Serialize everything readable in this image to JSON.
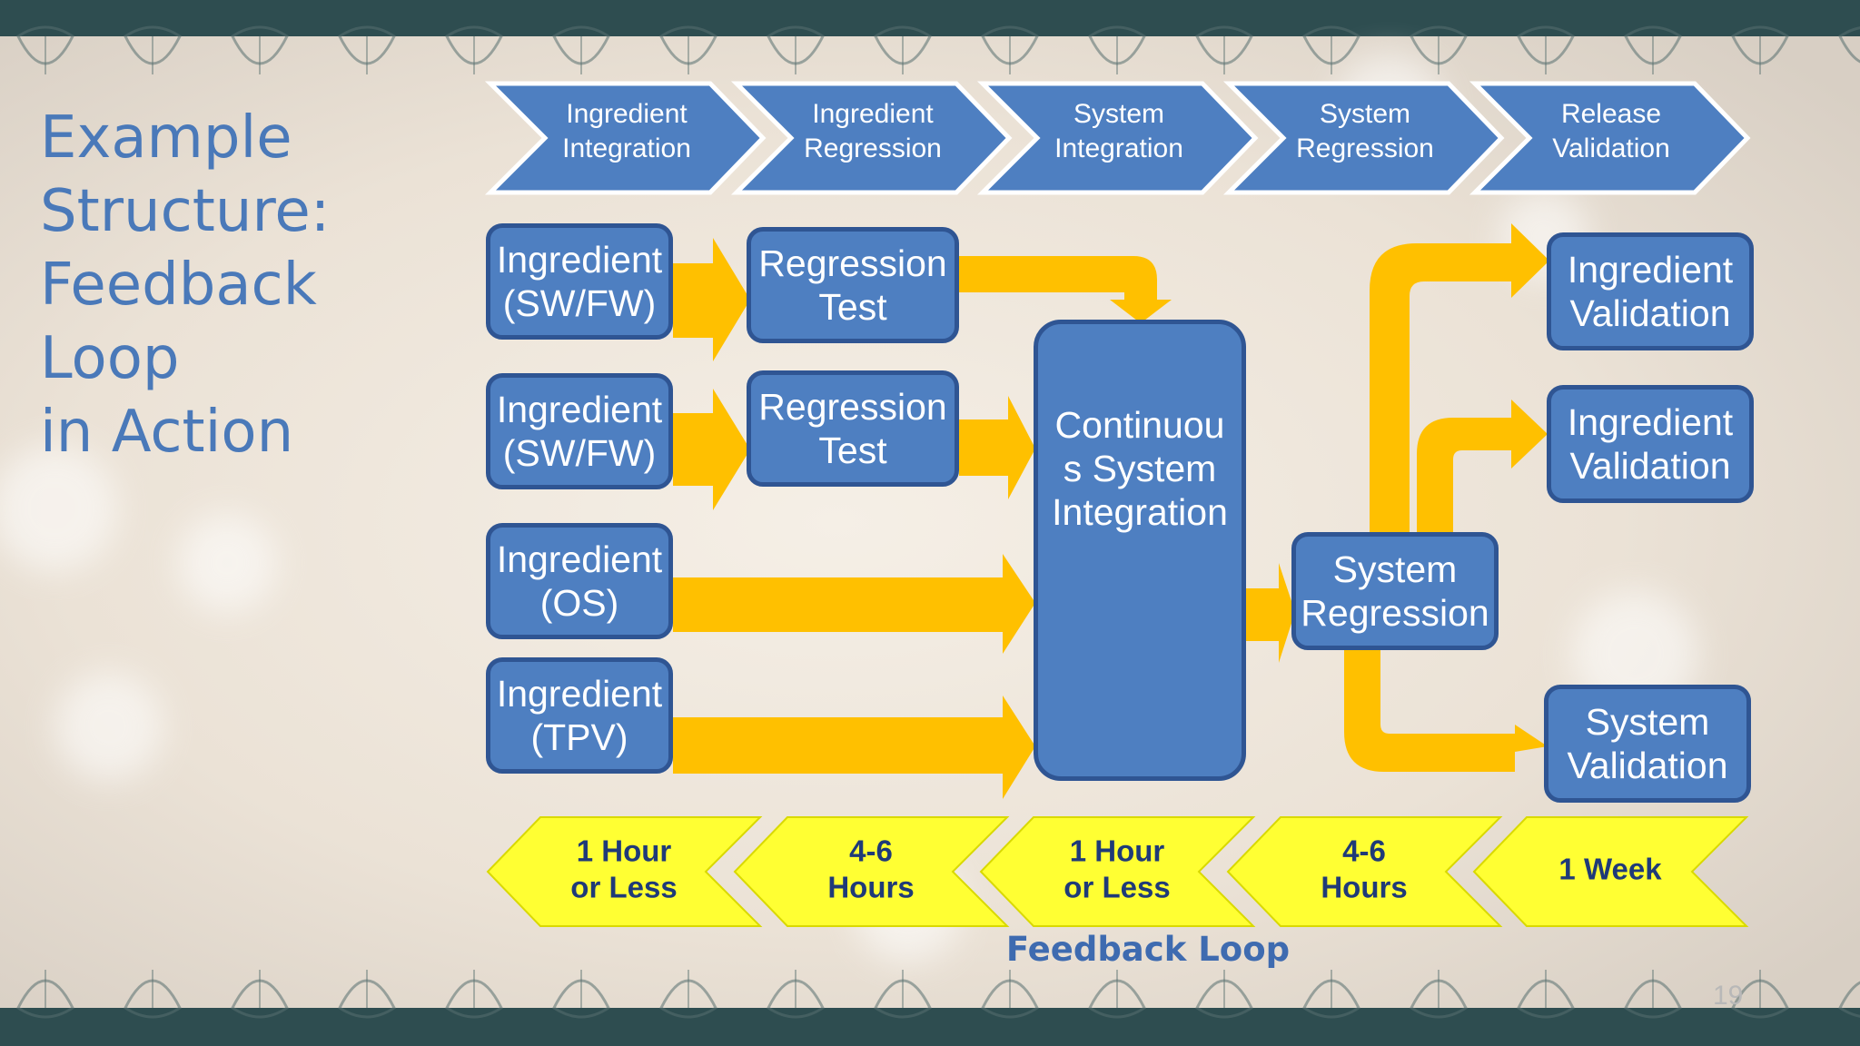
{
  "title": "Example\nStructure:\nFeedback Loop\nin Action",
  "stages": [
    "Ingredient\nIntegration",
    "Ingredient\nRegression",
    "System\nIntegration",
    "System\nRegression",
    "Release\nValidation"
  ],
  "nodes": {
    "ingredient_swfw_1": "Ingredient\n(SW/FW)",
    "ingredient_swfw_2": "Ingredient\n(SW/FW)",
    "ingredient_os": "Ingredient\n(OS)",
    "ingredient_tpv": "Ingredient\n(TPV)",
    "regression_test_1": "Regression\nTest",
    "regression_test_2": "Regression\nTest",
    "continuous_integration": "Continuou\ns System\nIntegration",
    "system_regression": "System\nRegression",
    "ingredient_validation_1": "Ingredient\nValidation",
    "ingredient_validation_2": "Ingredient\nValidation",
    "system_validation": "System\nValidation"
  },
  "durations": [
    [
      "1 Hour",
      "or Less"
    ],
    [
      "4-6",
      "Hours"
    ],
    [
      "1 Hour",
      "or Less"
    ],
    [
      "4-6",
      "Hours"
    ],
    [
      "1 Week"
    ]
  ],
  "feedback_label": "Feedback Loop",
  "page_number": "19",
  "colors": {
    "node_fill": "#4e7fc1",
    "node_border": "#2f5593",
    "arrow": "#ffc000",
    "duration_fill": "#ffff33",
    "duration_text": "#1f3a78",
    "title": "#4a79b9"
  }
}
